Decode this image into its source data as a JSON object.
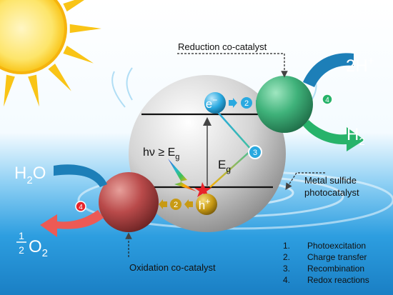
{
  "labels": {
    "reduction_cocatalyst": "Reduction co-catalyst",
    "oxidation_cocatalyst": "Oxidation co-catalyst",
    "metal_sulfide": "Metal sulfide",
    "photocatalyst": "photocatalyst",
    "excitation_base": "hν ≥ E",
    "excitation_sub": "g",
    "bandgap_base": "E",
    "bandgap_sub": "g",
    "electron": "e",
    "electron_sup": "−",
    "hole": "h",
    "hole_sup": "+",
    "proton_base": "2H",
    "proton_sup": "+",
    "hydrogen_base": "H",
    "hydrogen_sub": "2",
    "water_base": "H",
    "water_sub": "2",
    "water_tail": "O",
    "oxygen_num": "1",
    "oxygen_den": "2",
    "oxygen_base": "O",
    "oxygen_sub": "2"
  },
  "step_badges": {
    "electron_transfer": "2",
    "hole_transfer": "2",
    "recombination": "3",
    "reduction": "4",
    "oxidation": "4"
  },
  "legend": [
    {
      "num": "1.",
      "text": "Photoexcitation"
    },
    {
      "num": "2.",
      "text": "Charge transfer"
    },
    {
      "num": "3.",
      "text": "Recombination"
    },
    {
      "num": "4.",
      "text": "Redox reactions"
    }
  ],
  "colors": {
    "sun": "#f9c416",
    "water_light": "#e8f6fd",
    "water_deep": "#1a8fd4",
    "photocatalyst_sphere": "#d9d9d9",
    "reduction_sphere": "#3fb27a",
    "oxidation_sphere": "#b94a4a",
    "electron": "#29a9e0",
    "hole": "#c89a14",
    "reduction_arrow_in": "#1d7fb8",
    "reduction_arrow_out": "#27b36a",
    "oxidation_arrow_in": "#1d7fb8",
    "oxidation_arrow_out": "#ec5a55",
    "excitation_star": "#e8232a"
  }
}
